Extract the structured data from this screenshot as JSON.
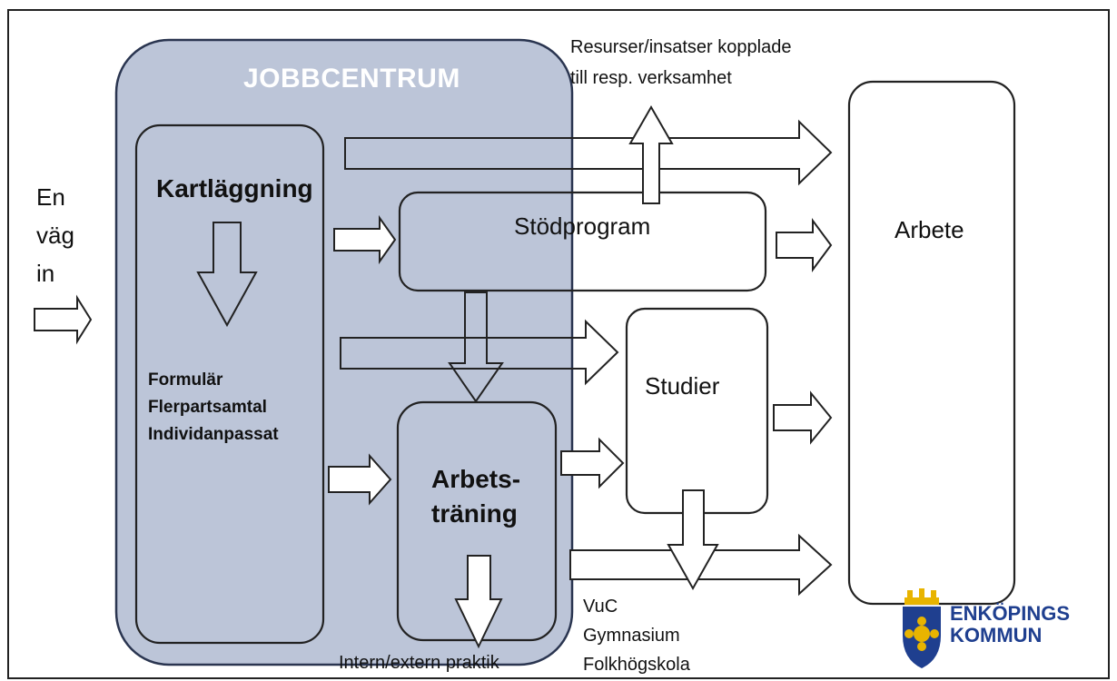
{
  "entry": {
    "line1": "En",
    "line2": "väg",
    "line3": "in"
  },
  "jobbcentrum": {
    "title": "JOBBCENTRUM"
  },
  "kartlaggning": {
    "title": "Kartläggning",
    "items": [
      "Formulär",
      "Flerpartsamtal",
      "Individanpassat"
    ]
  },
  "stodprogram": {
    "label": "Stödprogram"
  },
  "studier": {
    "label": "Studier"
  },
  "arbetstraning": {
    "line1": "Arbets-",
    "line2": "träning"
  },
  "arbete": {
    "label": "Arbete"
  },
  "resurser_note": {
    "line1": "Resurser/insatser kopplade",
    "line2": "till resp. verksamhet"
  },
  "praktik_note": "Intern/extern praktik",
  "studier_options": [
    "VuC",
    "Gymnasium",
    "Folkhögskola"
  ],
  "logo": {
    "line1": "ENKÖPINGS",
    "line2": "KOMMUN"
  },
  "colors": {
    "jobbcentrum_fill": "#bcc5d8",
    "border": "#222222",
    "logo_blue": "#1f3f8f",
    "logo_gold": "#e8b400"
  }
}
